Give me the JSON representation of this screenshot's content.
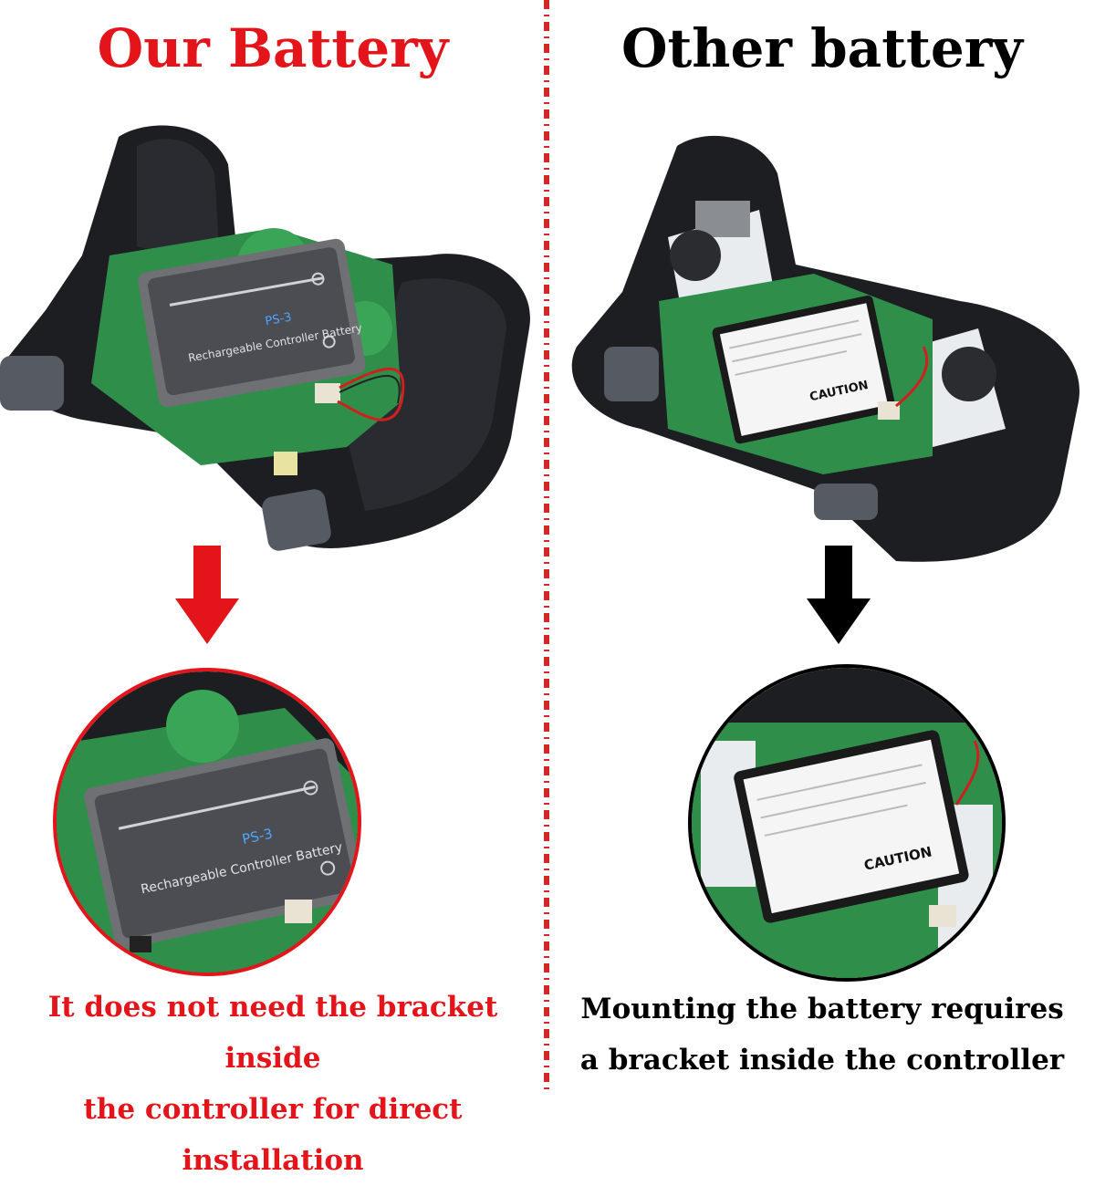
{
  "colors": {
    "accent_red": "#e4141b",
    "accent_black": "#000000",
    "pcb_green": "#2f8f4a",
    "controller_black": "#1d1e22"
  },
  "left": {
    "heading": "Our Battery",
    "battery_label_top": "Rechargeable Controller Battery",
    "battery_model": "PS-3",
    "caption_line1": "It does not need the bracket inside",
    "caption_line2": "the controller for direct installation",
    "arrow_icon": "down-arrow-icon"
  },
  "right": {
    "heading": "Other battery",
    "battery_warning": "CAUTION",
    "caption_line1": "Mounting the battery requires",
    "caption_line2": "a bracket inside the controller",
    "arrow_icon": "down-arrow-icon"
  }
}
